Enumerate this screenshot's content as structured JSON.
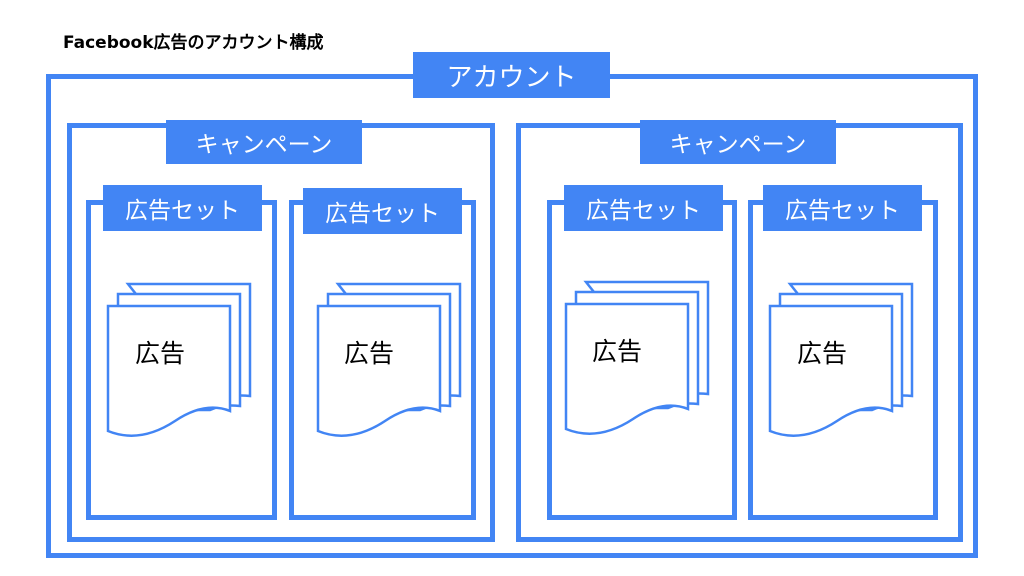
{
  "title": "Facebook広告のアカウント構成",
  "colors": {
    "accent": "#4285F4",
    "text": "#000000"
  },
  "account": {
    "label": "アカウント",
    "campaigns": [
      {
        "label": "キャンペーン",
        "adsets": [
          {
            "label": "広告セット",
            "ad_label": "広告"
          },
          {
            "label": "広告セット",
            "ad_label": "広告"
          }
        ]
      },
      {
        "label": "キャンペーン",
        "adsets": [
          {
            "label": "広告セット",
            "ad_label": "広告"
          },
          {
            "label": "広告セット",
            "ad_label": "広告"
          }
        ]
      }
    ]
  }
}
